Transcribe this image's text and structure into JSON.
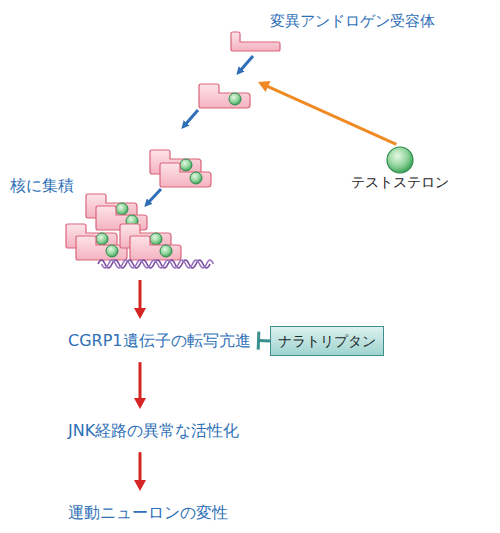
{
  "diagram": {
    "nodes": [
      {
        "text": [
          "変異アンドロゲン受容体"
        ]
      },
      {
        "text": [
          "テストステロン"
        ]
      },
      {
        "text": [
          "核に集積"
        ]
      },
      {
        "text": [
          "CGRP1遺伝子の転写亢進"
        ]
      },
      {
        "text": [
          "ナラトリプタン"
        ]
      },
      {
        "text": [
          "JNK経路の異常な活性化"
        ]
      },
      {
        "text": [
          "運動ニューロンの変性"
        ]
      }
    ],
    "edges": [
      {
        "from": 1,
        "to": 0,
        "arrow": "to"
      },
      {
        "from": 2,
        "to": 3,
        "arrow": "to"
      },
      {
        "from": 4,
        "to": 3,
        "arrow": "to"
      },
      {
        "from": 3,
        "to": 5,
        "arrow": "to"
      },
      {
        "from": 5,
        "to": 6,
        "arrow": "to"
      }
    ]
  }
}
